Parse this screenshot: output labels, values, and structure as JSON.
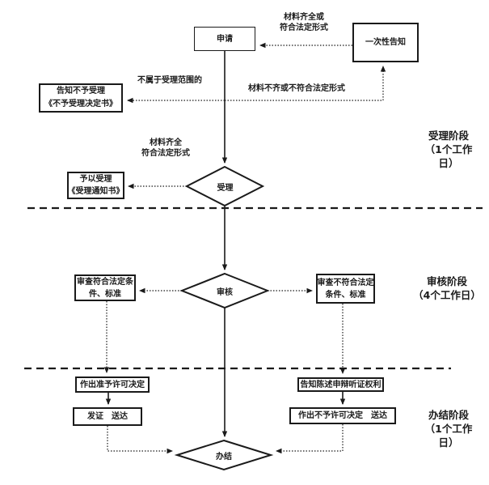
{
  "diagram": {
    "nodes": {
      "apply": "申请",
      "one_time_notice": "一次性告知",
      "reject_notice_line1": "告知不予受理",
      "reject_notice_line2": "《不予受理决定书》",
      "accept_diamond": "受理",
      "accept_notice_line1": "予以受理",
      "accept_notice_line2": "《受理通知书》",
      "review_diamond": "审核",
      "review_pass_line1": "审查符合法定条",
      "review_pass_line2": "件、标准",
      "review_fail_line1": "审查不符合法定",
      "review_fail_line2": "条件、标准",
      "grant_decision": "作出准予许可决定",
      "issue_deliver": "发证　送达",
      "hearing_rights": "告知陈述申辩听证权利",
      "deny_decision": "作出不予许可决定　送达",
      "close_diamond": "办结"
    },
    "edge_labels": {
      "materials_complete_top_line1": "材料齐全或",
      "materials_complete_top_line2": "符合法定形式",
      "not_in_scope": "不属于受理范围的",
      "materials_incomplete": "材料不齐或不符合法定形式",
      "materials_complete_mid_line1": "材料齐全",
      "materials_complete_mid_line2": "符合法定形式"
    },
    "stages": {
      "accept_line1": "受理阶段",
      "accept_line2": "（1个工作",
      "accept_line3": "日）",
      "review_line1": "审核阶段",
      "review_line2": "（4个工作日）",
      "close_line1": "办结阶段",
      "close_line2": "（1个工作",
      "close_line3": "日）"
    },
    "colors": {
      "line": "#1a1a1a",
      "background": "#ffffff"
    }
  }
}
